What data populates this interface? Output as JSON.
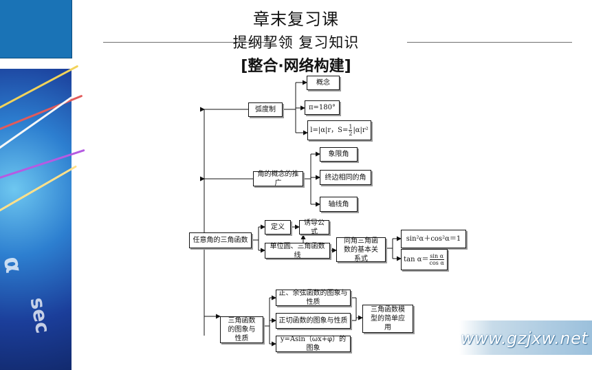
{
  "header": {
    "title": "章末复习课",
    "subtitle": "提纲挈领 复习知识",
    "section": "[整合·网络构建]"
  },
  "diagram": {
    "root": "任意角的三角函数",
    "radian": "弧度制",
    "concept": "概念",
    "pi_eq": "π=180°",
    "arc_formula_pre": "l=|α|r，S=",
    "arc_formula_num": "1",
    "arc_formula_den": "2",
    "arc_formula_post": "|α|r²",
    "angle_general": "角的概念的推广",
    "quadrant_angle": "象限角",
    "coterminal_angle": "终边相同的角",
    "axis_angle": "轴线角",
    "definition": "定义",
    "induction": "诱导公式",
    "unit_circle": "单位圆、三角函数线",
    "same_angle": "同角三角函数的基本关系式",
    "identity1": "sin²α＋cos²α＝1",
    "identity2_pre": "tan α＝",
    "identity2_num": "sin α",
    "identity2_den": "cos α",
    "graph_props": "三角函数的图象与性质",
    "sincos_graph": "正、余弦函数的图象与性质",
    "tan_graph": "正切函数的图象与性质",
    "asin_graph": "y=Asin（ωx+φ）的图象",
    "model": "三角函数模型的简单应用"
  },
  "watermark": "www.gzjxw.net",
  "colors": {
    "side_blue": "#1a73b6",
    "line": "#111111",
    "shadow": "#9a9a9a"
  }
}
